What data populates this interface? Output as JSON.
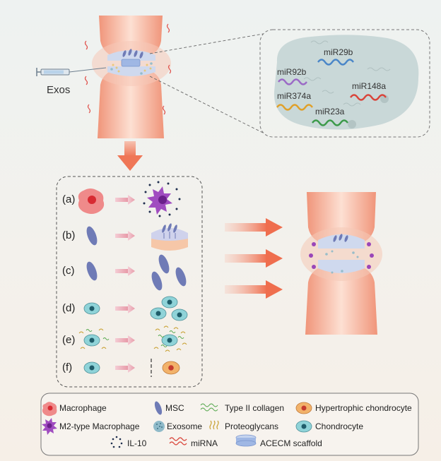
{
  "injection": {
    "label": "Exos"
  },
  "mirnas": [
    {
      "label": "miR29b",
      "color": "#4a86c8"
    },
    {
      "label": "miR92b",
      "color": "#9b6ac6"
    },
    {
      "label": "miR374a",
      "color": "#e0a028"
    },
    {
      "label": "miR148a",
      "color": "#d9443a"
    },
    {
      "label": "miR23a",
      "color": "#3c9a4a"
    }
  ],
  "effects": [
    {
      "label": "(a)"
    },
    {
      "label": "(b)"
    },
    {
      "label": "(c)"
    },
    {
      "label": "(d)"
    },
    {
      "label": "(e)"
    },
    {
      "label": "(f)"
    }
  ],
  "legend": {
    "macrophage": "Macrophage",
    "msc": "MSC",
    "type2_collagen": "Type II collagen",
    "hypertrophic_chondrocyte": "Hypertrophic chondrocyte",
    "m2_macrophage": "M2-type Macrophage",
    "exosome": "Exosome",
    "proteoglycans": "Proteoglycans",
    "chondrocyte": "Chondrocyte",
    "il10": "IL-10",
    "mirna": "miRNA",
    "acecm": "ACECM scaffold"
  },
  "colors": {
    "bone": "#f5b49c",
    "bone_dark": "#ec8f72",
    "cartilage": "#cfd9ee",
    "arrow": "#f07a5a",
    "arrow_soft": "#ecaeb8",
    "macrophage": "#ef7f7f",
    "m2_macrophage": "#9a46b8",
    "msc": "#6f7bb6",
    "chondrocyte": "#8fd3d8",
    "hypertrophic": "#f2b26a",
    "mirna_panel": "#c9d8d8"
  }
}
